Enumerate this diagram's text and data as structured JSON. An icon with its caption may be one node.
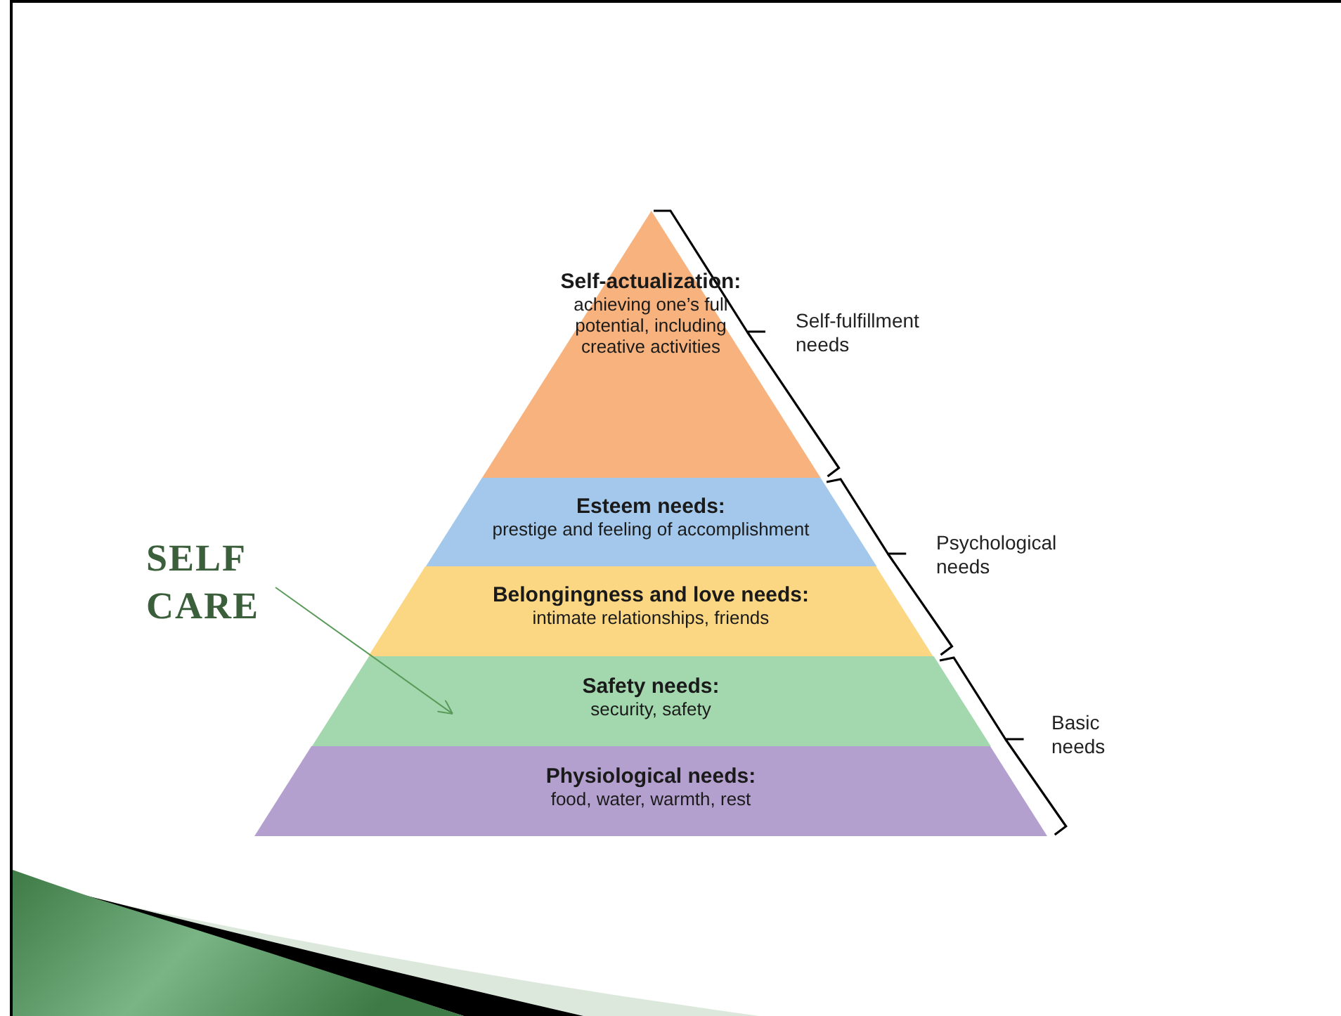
{
  "diagram": {
    "nodes": [
      {
        "text": [
          "SELF CARE"
        ]
      },
      {
        "text": [
          "Self-actualization:",
          "achieving one’s full potential, including creative activities"
        ]
      },
      {
        "text": [
          "Esteem needs:",
          "prestige and feeling of accomplishment"
        ]
      },
      {
        "text": [
          "Belongingness and love needs:",
          "intimate relationships, friends"
        ]
      },
      {
        "text": [
          "Safety needs:",
          "security, safety"
        ]
      },
      {
        "text": [
          "Physiological needs:",
          "food, water, warmth, rest"
        ]
      }
    ],
    "edges": [
      {
        "from": 0,
        "to": 4,
        "arrow": "to",
        "color": "#5a9a5a"
      }
    ],
    "labels": [
      "Self-fulfillment needs",
      "Psychological needs",
      "Basic needs"
    ]
  }
}
